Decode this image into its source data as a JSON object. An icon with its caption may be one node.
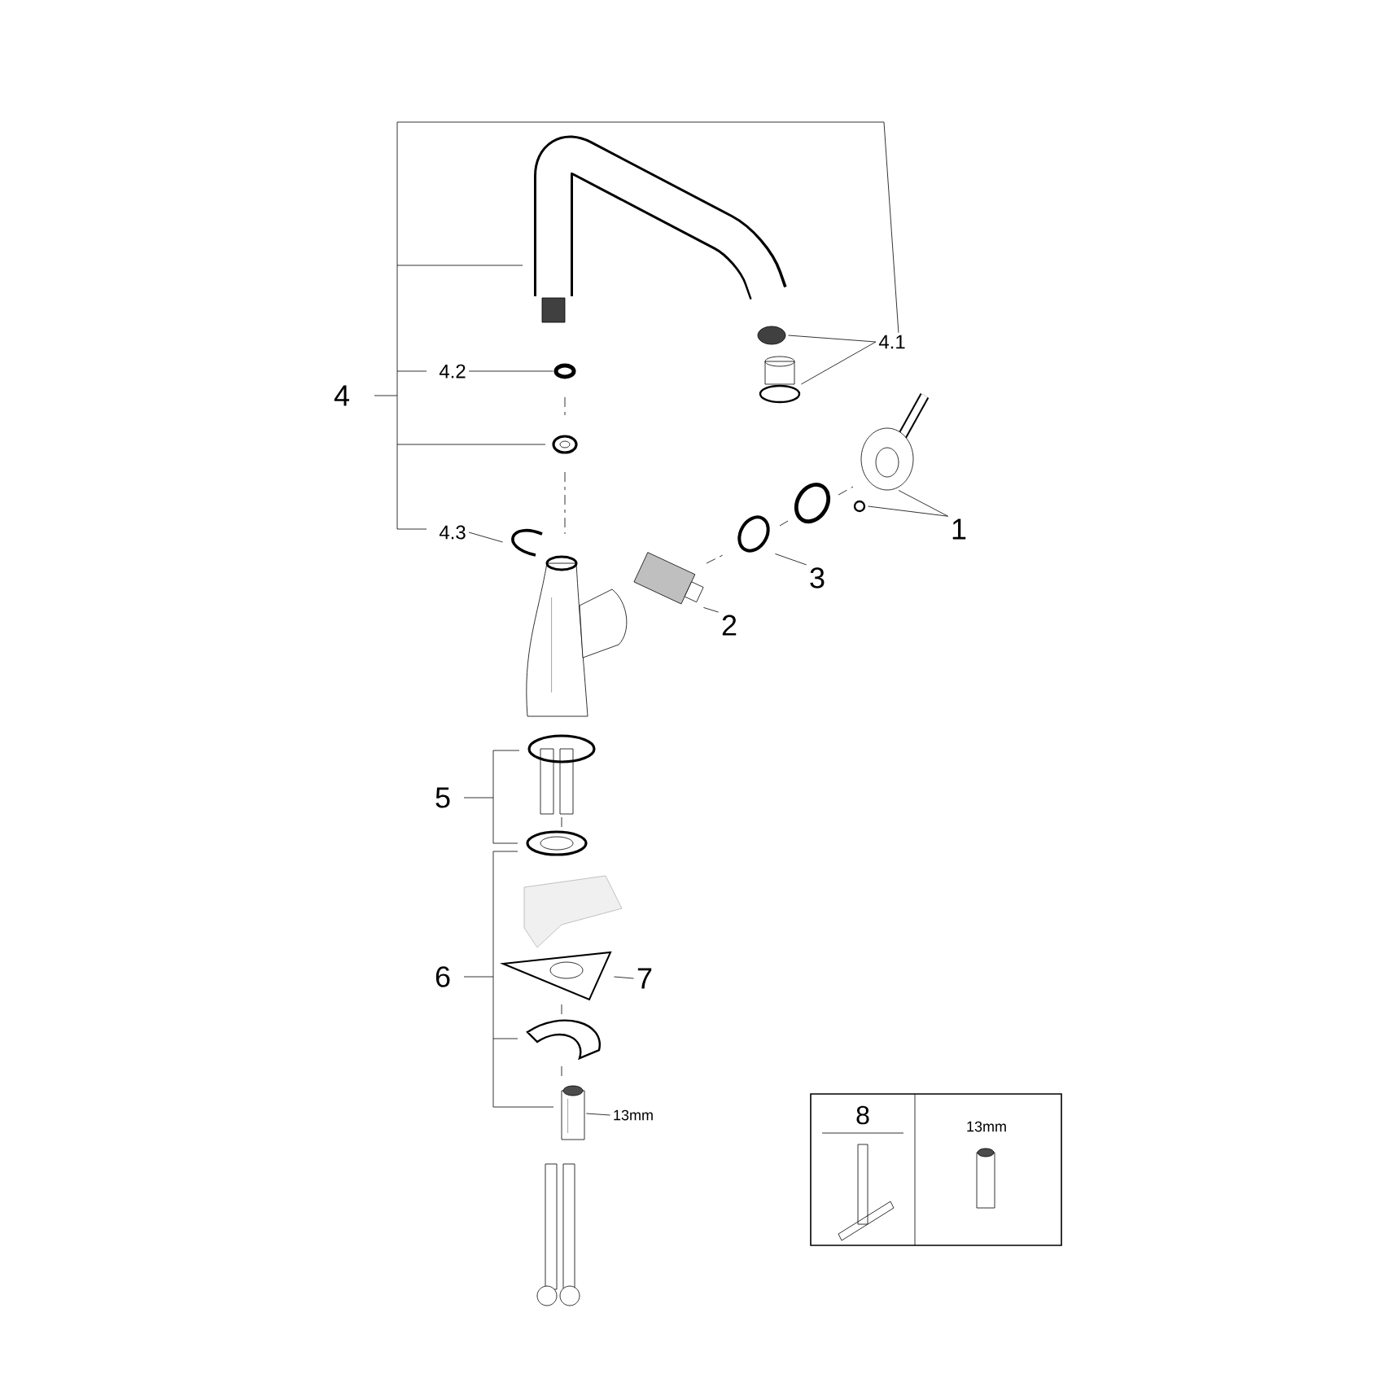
{
  "diagram": {
    "nodes": [
      {
        "text": [],
        "shape": "picture"
      },
      {
        "text": [],
        "shape": "circle"
      },
      {
        "text": [],
        "shape": "picture"
      },
      {
        "text": [],
        "shape": "circle"
      },
      {
        "text": [],
        "shape": "picture"
      },
      {
        "text": [],
        "shape": "picture"
      },
      {
        "text": [],
        "shape": "cylinder"
      },
      {
        "text": [],
        "shape": "picture"
      },
      {
        "text": [],
        "shape": "picture"
      },
      {
        "text": [],
        "shape": "picture"
      },
      {
        "text": [],
        "shape": "picture"
      },
      {
        "text": [],
        "shape": "picture"
      },
      {
        "text": [],
        "shape": "picture"
      },
      {
        "text": [],
        "shape": "picture"
      },
      {
        "text": [],
        "shape": "picture"
      },
      {
        "text": [],
        "shape": "picture"
      },
      {
        "text": [],
        "shape": "picture"
      },
      {
        "text": [],
        "shape": "cylinder"
      },
      {
        "text": [],
        "shape": "picture"
      },
      {
        "text": [
          "4.1"
        ]
      },
      {
        "text": [
          "4.2"
        ]
      },
      {
        "text": [
          "4.3"
        ]
      },
      {
        "text": [
          "1"
        ]
      },
      {
        "text": [
          "2"
        ]
      },
      {
        "text": [
          "3"
        ]
      },
      {
        "text": [
          "7"
        ]
      },
      {
        "text": [
          "13mm"
        ]
      },
      {
        "text": [
          "8",
          "13mm"
        ]
      }
    ],
    "edges": [
      {
        "from": 19,
        "to": 1,
        "arrow": "none"
      },
      {
        "from": 19,
        "to": 2,
        "arrow": "none"
      },
      {
        "from": 20,
        "to": 3,
        "arrow": "none"
      },
      {
        "from": 21,
        "to": 5,
        "arrow": "none"
      },
      {
        "from": 22,
        "to": 10,
        "arrow": "none"
      },
      {
        "from": 22,
        "to": 11,
        "arrow": "none"
      },
      {
        "from": 23,
        "to": 7,
        "arrow": "none"
      },
      {
        "from": 24,
        "to": 8,
        "arrow": "none"
      },
      {
        "from": 25,
        "to": 15,
        "arrow": "none"
      },
      {
        "from": 26,
        "to": 17,
        "arrow": "none"
      }
    ],
    "labels": [
      "4",
      "5",
      "6"
    ]
  }
}
